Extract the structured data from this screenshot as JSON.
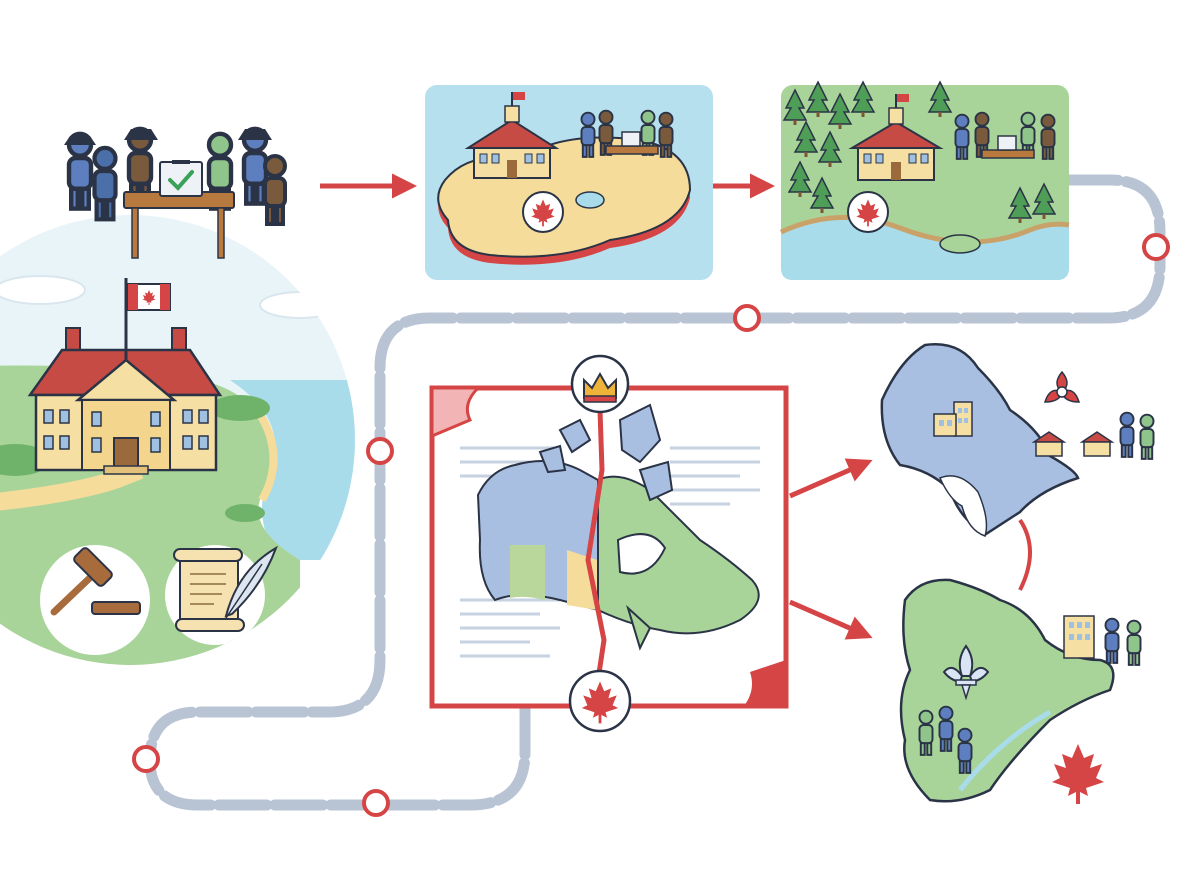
{
  "colors": {
    "route": "#b8c4d4",
    "accent_red": "#d64545",
    "sea": "#a9dcea",
    "land_sand": "#f5dc9b",
    "land_green": "#a8d49a",
    "map_blue": "#a9bfe2",
    "outline": "#2b3446",
    "building": "#f6dfa3",
    "roof": "#c64b45"
  },
  "icons": [
    "ballot-box-icon",
    "check-icon",
    "maple-leaf-icon",
    "crown-icon",
    "trillium-icon",
    "fleur-de-lis-icon",
    "gavel-icon",
    "quill-icon",
    "scroll-icon",
    "flag-icon"
  ],
  "diagram": {
    "stages": [
      "assembly-vote",
      "island-colony",
      "forest-colony",
      "confederation-document",
      "province-ontario",
      "province-quebec",
      "legislature-building"
    ]
  }
}
